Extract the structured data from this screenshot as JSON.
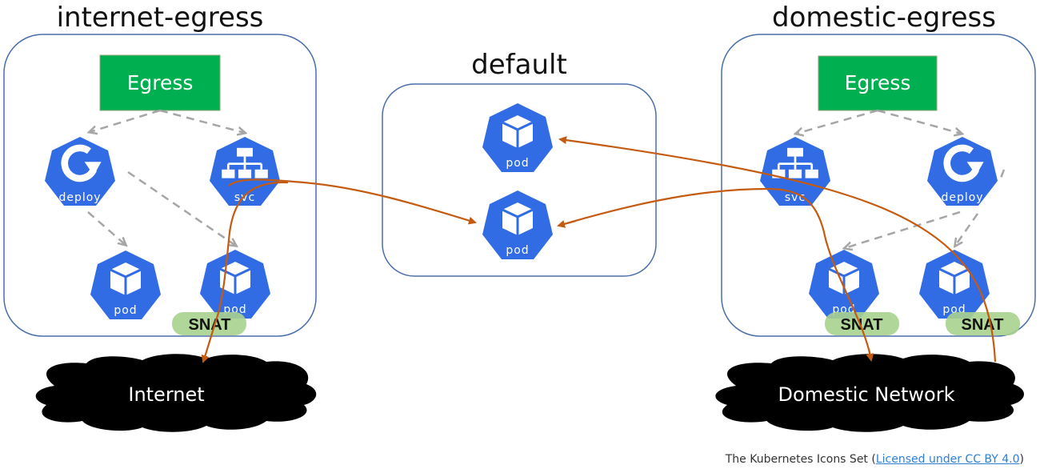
{
  "namespaces": {
    "internet_egress": {
      "title": "internet-egress",
      "egress_label": "Egress",
      "deploy_label": "deploy",
      "svc_label": "svc",
      "pods": [
        "pod",
        "pod"
      ],
      "snat_label": "SNAT",
      "destination": "Internet"
    },
    "default": {
      "title": "default",
      "pods": [
        "pod",
        "pod"
      ]
    },
    "domestic_egress": {
      "title": "domestic-egress",
      "egress_label": "Egress",
      "svc_label": "svc",
      "deploy_label": "deploy",
      "pods": [
        "pod",
        "pod"
      ],
      "snat_labels": [
        "SNAT",
        "SNAT"
      ],
      "destination": "Domestic Network"
    }
  },
  "colors": {
    "k8s_blue": "#326ce5",
    "egress_green": "#00b050",
    "snat_green": "#a9d18e",
    "flow_orange": "#c55a11",
    "namespace_border": "#4a6fa8",
    "dashed_gray": "#a6a6a6",
    "cloud": "#000000"
  },
  "icons": {
    "deploy": "deploy-icon",
    "svc": "svc-icon",
    "pod": "pod-icon",
    "cloud": "cloud-icon"
  },
  "credit": {
    "prefix": "The Kubernetes Icons Set (",
    "link_text": "Licensed under CC BY 4.0",
    "suffix": ")"
  }
}
